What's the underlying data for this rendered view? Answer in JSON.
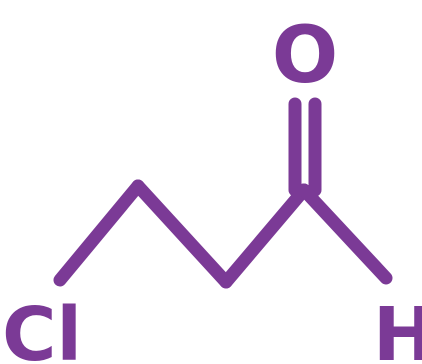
{
  "molecule": {
    "atoms": {
      "oxygen": "O",
      "chlorine": "Cl",
      "hydrogen": "H"
    },
    "colors": {
      "bond": "#7b3a96",
      "label": "#7b3a96",
      "background": "#ffffff"
    }
  }
}
